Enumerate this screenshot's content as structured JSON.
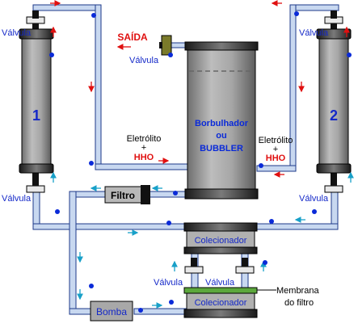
{
  "diagram": {
    "columns": {
      "left": "1",
      "right": "2"
    },
    "bubbler": {
      "line1": "Borbulhador",
      "line2": "ou",
      "line3": "BUBBLER"
    },
    "valve_label": "Válvula",
    "outlet_label": "SAÍDA",
    "flow_left": {
      "line1": "Eletrólito",
      "line2": "+",
      "line3": "HHO"
    },
    "flow_right": {
      "line1": "Eletrólito",
      "line2": "+",
      "line3": "HHO"
    },
    "filter_label": "Filtro",
    "collector_label": "Colecionador",
    "pump_label": "Bomba",
    "membrane": {
      "line1": "Membrana",
      "line2": "do filtro"
    }
  },
  "colors": {
    "pipe_fill": "#c8d8f0",
    "pipe_stroke": "#1e3a8a",
    "column_gray": "#9a9a9a",
    "label_blue": "#1428c8",
    "arrow_red": "#e01010",
    "arrow_cyan": "#18a0c8",
    "membrane_green": "#5ca83c",
    "bubbler_text": "#0a2ad8"
  }
}
